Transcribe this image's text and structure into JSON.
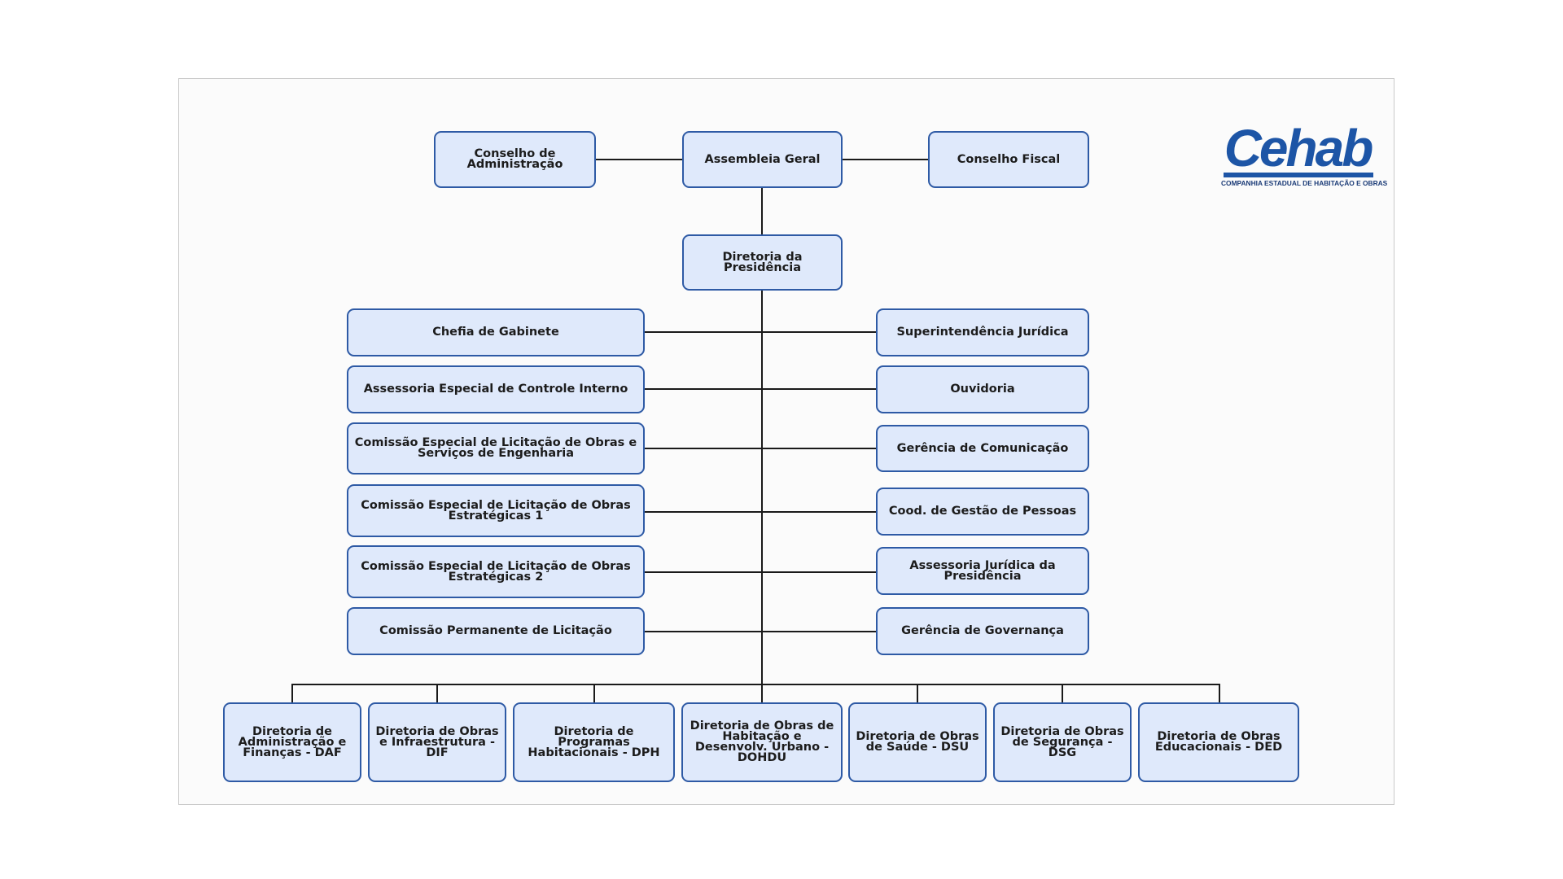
{
  "logo": {
    "word": "Cehab",
    "subtitle": "COMPANHIA ESTADUAL DE HABITAÇÃO E OBRAS",
    "color": "#1d55a6"
  },
  "colors": {
    "node_fill": "#dfe9fb",
    "node_border": "#2e5aa5",
    "connector": "#1a1a1a",
    "frame_border": "#c9c9c9"
  },
  "top_level": {
    "board": "Conselho de Administração",
    "assembly": "Assembleia Geral",
    "fiscal_council": "Conselho Fiscal"
  },
  "presidency": "Diretoria da Presidência",
  "advisory_left": [
    "Chefia de Gabinete",
    "Assessoria Especial de Controle Interno",
    "Comissão Especial de Licitação de Obras e Serviços de Engenharia",
    "Comissão Especial de Licitação de Obras Estratégicas 1",
    "Comissão Especial de Licitação de Obras Estratégicas 2",
    "Comissão Permanente de Licitação"
  ],
  "advisory_right": [
    "Superintendência Jurídica",
    "Ouvidoria",
    "Gerência de Comunicação",
    "Cood. de Gestão de Pessoas",
    "Assessoria Jurídica da Presidência",
    "Gerência de Governança"
  ],
  "directorates": [
    "Diretoria de Administração e Finanças - DAF",
    "Diretoria de Obras e Infraestrutura - DIF",
    "Diretoria de Programas Habitacionais - DPH",
    "Diretoria de Obras de Habitação e Desenvolv. Urbano - DOHDU",
    "Diretoria de Obras de Saúde - DSU",
    "Diretoria de Obras de Segurança - DSG",
    "Diretoria de Obras Educacionais - DED"
  ]
}
